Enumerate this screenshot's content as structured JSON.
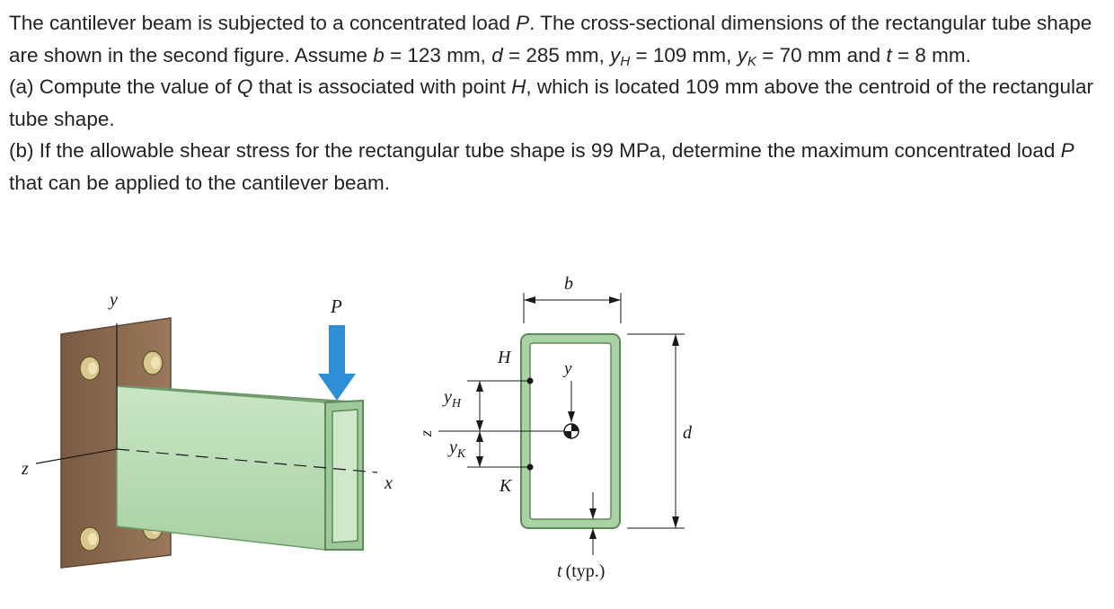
{
  "problem": {
    "intro": "The cantilever beam is subjected to a concentrated load",
    "intro_P": "P",
    "intro_rest": ". The cross-sectional dimensions of the rectangular tube shape are shown in the second figure. Assume",
    "b_var": "b",
    "b_val": " = 123 mm,",
    "d_var": "d",
    "d_val": " = 285 mm,",
    "yH_var": "y",
    "yH_sub": "H",
    "yH_val": " = 109 mm,",
    "yK_var": "y",
    "yK_sub": "K",
    "yK_val": " = 70 mm and",
    "t_var": "t",
    "t_val": " = 8 mm.",
    "part_a_pre": "(a) Compute the value of",
    "part_a_Q": "Q",
    "part_a_mid": "that is associated with point",
    "part_a_H": "H",
    "part_a_post": ", which is located 109 mm above the centroid of the rectangular tube shape.",
    "part_b_pre": "(b) If the allowable shear stress for the rectangular tube shape is 99 MPa, determine the maximum concentrated load",
    "part_b_P": "P",
    "part_b_post": "that can be applied to the cantilever beam."
  },
  "figure1": {
    "label_y": "y",
    "label_P": "P",
    "label_z": "z",
    "label_x": "x"
  },
  "figure2": {
    "label_b": "b",
    "label_H": "H",
    "label_y": "y",
    "label_yH_main": "y",
    "label_yH_sub": "H",
    "label_z": "z",
    "label_yK_main": "y",
    "label_yK_sub": "K",
    "label_K": "K",
    "label_d": "d",
    "label_t": "t",
    "label_typ": "(typ.)"
  },
  "colors": {
    "wall": "#8c6a4f",
    "beam": "#b6d9b3",
    "beam_edge": "#6f9a6b",
    "arrow": "#2f8fd6",
    "bolt": "#d8c88f"
  }
}
